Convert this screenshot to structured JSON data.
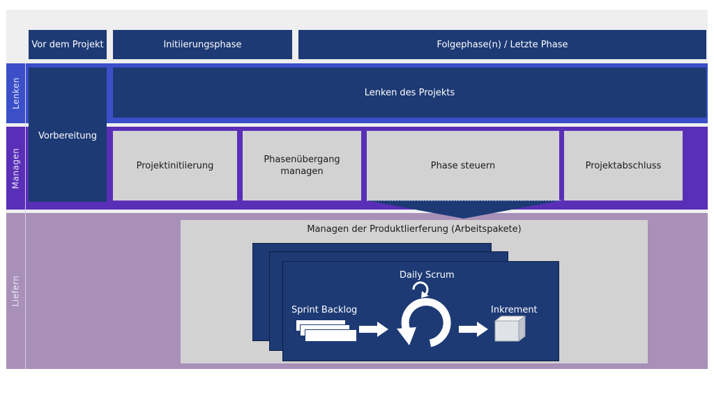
{
  "phases": {
    "before": "Vor dem Projekt",
    "initiation": "Initiierungsphase",
    "following": "Folgephase(n) / Letzte Phase"
  },
  "rows": {
    "lenken": "Lenken",
    "managen": "Managen",
    "liefern": "Liefern"
  },
  "boxes": {
    "vorbereitung": "Vorbereitung",
    "lenken_projekt": "Lenken des Projekts",
    "projektinitiierung": "Projektinitiierung",
    "phasenuebergang": "Phasenübergang managen",
    "phase_steuern": "Phase steuern",
    "projektabschluss": "Projektabschluss"
  },
  "delivery": {
    "title": "Managen der Produktlierferung (Arbeitspakete)",
    "daily_scrum": "Daily Scrum",
    "sprint_backlog": "Sprint Backlog",
    "sprint": "Sprint",
    "inkrement": "Inkrement"
  },
  "colors": {
    "navy": "#1d3a75",
    "lenken_band": "#3a4fc8",
    "managen_band": "#5a2fb8",
    "liefern_band": "#a890b8",
    "gray_box": "#d2d2d2"
  }
}
